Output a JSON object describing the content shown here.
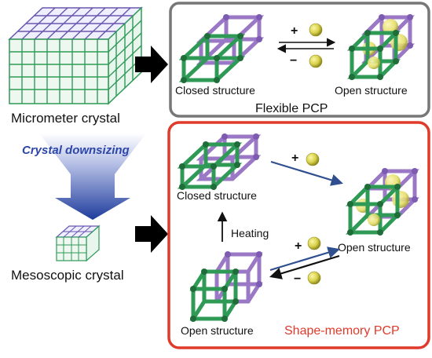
{
  "left_column": {
    "micrometer_label": "Micrometer crystal",
    "downsizing_label": "Crystal downsizing",
    "mesoscopic_label": "Mesoscopic crystal"
  },
  "flexible_box": {
    "title": "Flexible PCP",
    "closed_label": "Closed structure",
    "open_label": "Open structure",
    "plus_sign": "+",
    "minus_sign": "−"
  },
  "shape_memory_box": {
    "title": "Shape-memory PCP",
    "closed_label": "Closed structure",
    "open_right_label": "Open structure",
    "open_bottom_label": "Open structure",
    "heating_label": "Heating",
    "plus_sign_top": "+",
    "plus_sign_bottom": "+",
    "minus_sign": "−"
  },
  "colors": {
    "flexible_border": "#777777",
    "shape_memory_border": "#e03a2a",
    "shape_memory_title": "#e03a2a",
    "green_frame": "#2e9a56",
    "purple_frame": "#9a78c6",
    "guest_sphere": "#d9d24c",
    "arrow_blue": "#2f4f8f",
    "funnel_blue": "#2d47a8"
  }
}
